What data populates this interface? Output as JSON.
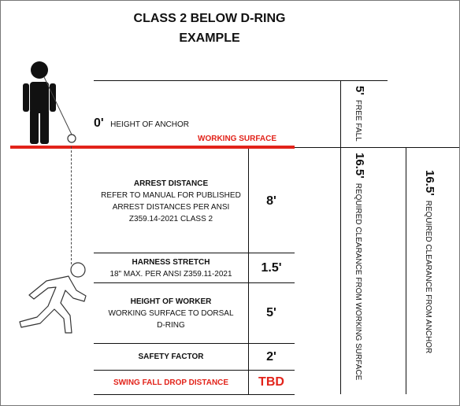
{
  "title": {
    "line1": "CLASS 2 BELOW D-RING",
    "line2": "EXAMPLE"
  },
  "anchor": {
    "value": "0'",
    "label": "HEIGHT OF ANCHOR"
  },
  "working_surface_label": "WORKING SURFACE",
  "rows": [
    {
      "heading": "ARREST DISTANCE",
      "desc": [
        "REFER TO MANUAL FOR PUBLISHED",
        "ARREST DISTANCES PER ANSI",
        "Z359.14-2021 CLASS 2"
      ],
      "value": "8'"
    },
    {
      "heading": "HARNESS STRETCH",
      "desc": [
        "18\" MAX. PER ANSI Z359.11-2021"
      ],
      "value": "1.5'"
    },
    {
      "heading": "HEIGHT OF WORKER",
      "desc": [
        "WORKING SURFACE TO DORSAL",
        "D-RING"
      ],
      "value": "5'"
    },
    {
      "heading": "SAFETY FACTOR",
      "desc": [],
      "value": "2'"
    },
    {
      "heading": "SWING FALL DROP DISTANCE",
      "desc": [],
      "value": "TBD"
    }
  ],
  "free_fall": {
    "value": "5'",
    "label": "FREE FALL"
  },
  "clearance_working": {
    "value": "16.5'",
    "label": "REQUIRED CLEARANCE FROM WORKING SURFACE"
  },
  "clearance_anchor": {
    "value": "16.5'",
    "label": "REQUIRED CLEARANCE FROM ANCHOR"
  },
  "colors": {
    "accent": "#e2231a",
    "ink": "#111111"
  }
}
